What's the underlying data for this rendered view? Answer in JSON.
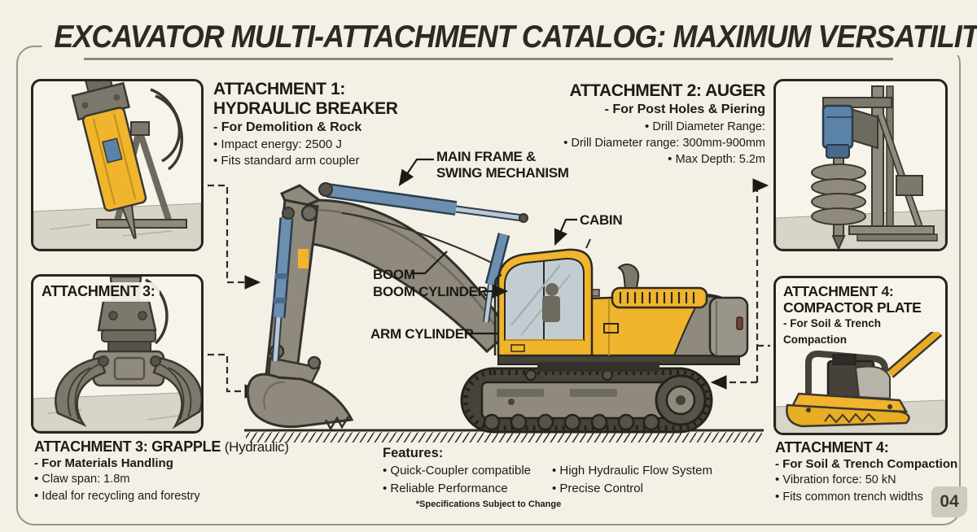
{
  "title": "EXCAVATOR MULTI-ATTACHMENT CATALOG: MAXIMUM VERSATILITY",
  "attachment1": {
    "heading_line1": "ATTACHMENT 1:",
    "heading_line2": "HYDRAULIC BREAKER",
    "subtitle": "- For Demolition & Rock",
    "bullets": [
      "Impact energy: 2500 J",
      "Fits standard arm coupler"
    ]
  },
  "attachment2": {
    "heading": "ATTACHMENT 2: AUGER",
    "subtitle": "- For Post Holes & Piering",
    "bullets": [
      "Drill Diameter Range:",
      "Drill Diameter range: 300mm-900mm",
      "Max Depth: 5.2m"
    ]
  },
  "attachment3": {
    "panel_label": "ATTACHMENT 3:",
    "caption_bold": "ATTACHMENT 3: GRAPPLE",
    "caption_normal": "(Hydraulic)",
    "subtitle": "- For Materials Handling",
    "bullets": [
      "Claw span: 1.8m",
      "Ideal for recycling and forestry"
    ]
  },
  "attachment4": {
    "panel_label_line1": "ATTACHMENT 4:",
    "panel_label_line2": "COMPACTOR PLATE",
    "panel_subtitle": "- For Soil & Trench Compaction",
    "caption_heading": "ATTACHMENT 4:",
    "caption_subtitle": "- For Soil & Trench Compaction",
    "bullets": [
      "Vibration force: 50 kN",
      "Fits common trench widths"
    ]
  },
  "diagram_labels": {
    "main_frame_line1": "MAIN FRAME &",
    "main_frame_line2": "SWING MECHANISM",
    "cabin": "CABIN",
    "boom": "BOOM",
    "boom_cylinder": "BOOM CYLINDER",
    "arm_cylinder": "ARM CYLINDER"
  },
  "features": {
    "heading": "Features:",
    "col1": [
      "Quick-Coupler compatible",
      "Reliable Performance"
    ],
    "col2": [
      "High Hydraulic Flow System",
      "Precise Control"
    ],
    "footnote": "*Specifications Subject to Change"
  },
  "page_number": "04",
  "colors": {
    "background": "#f3f0e6",
    "accent_yellow": "#f0b42d",
    "machine_gray": "#8f8a7d",
    "cylinder_blue": "#6c8fb0",
    "ink": "#1c1b17"
  }
}
